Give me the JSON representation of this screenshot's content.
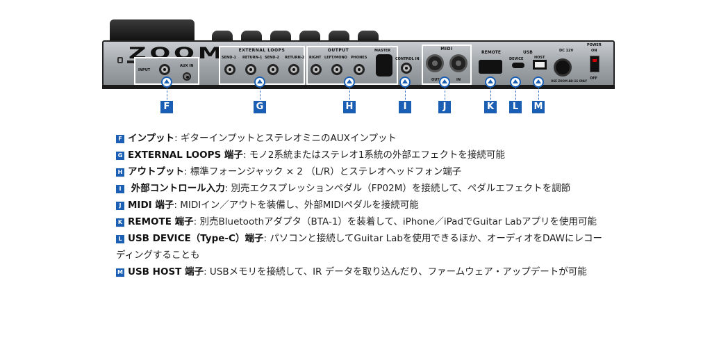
{
  "device": {
    "logo": "ZOOM",
    "panels": {
      "input": {
        "label": "INPUT",
        "aux_label": "AUX IN"
      },
      "external_loops": {
        "title": "EXTERNAL LOOPS",
        "jacks": [
          "SEND-1",
          "RETURN-1",
          "SEND-2",
          "RETURN-2"
        ]
      },
      "output": {
        "title": "OUTPUT",
        "jacks": [
          "RIGHT",
          "LEFT/MONO",
          "PHONES"
        ],
        "master": "MASTER"
      },
      "control_in": {
        "label": "CONTROL IN"
      },
      "midi": {
        "title": "MIDI",
        "jacks": [
          "OUT",
          "IN"
        ]
      },
      "remote": {
        "label": "REMOTE"
      },
      "usb": {
        "title": "USB",
        "device": "DEVICE",
        "host": "HOST"
      },
      "dc": {
        "label": "DC 12V",
        "note": "USE ZOOM AD-16 ONLY"
      },
      "power": {
        "label": "POWER",
        "on": "ON",
        "off": "OFF"
      }
    },
    "callouts": [
      "F",
      "G",
      "H",
      "I",
      "J",
      "K",
      "L",
      "M"
    ]
  },
  "descriptions": [
    {
      "letter": "F",
      "title": "インプット",
      "text": ": ギターインプットとステレオミニのAUXインプット"
    },
    {
      "letter": "G",
      "title": "EXTERNAL LOOPS 端子",
      "text": ": モノ2系統またはステレオ1系統の外部エフェクトを接続可能"
    },
    {
      "letter": "H",
      "title": "アウトプット",
      "text": ": 標準フォーンジャック × 2 （L/R）とステレオヘッドフォン端子"
    },
    {
      "letter": "I",
      "title": " 外部コントロール入力",
      "text": ": 別売エクスプレッションペダル（FP02M）を接続して、ペダルエフェクトを調節"
    },
    {
      "letter": "J",
      "title": "MIDI 端子",
      "text": ": MIDIイン／アウトを装備し、外部MIDIペダルを接続可能"
    },
    {
      "letter": "K",
      "title": "REMOTE 端子",
      "text": ": 別売Bluetoothアダプタ（BTA-1）を装着して、iPhone／iPadでGuitar Labアプリを使用可能"
    },
    {
      "letter": "L",
      "title": "USB DEVICE（Type-C）端子",
      "text": ": パソコンと接続してGuitar Labを使用できるほか、オーディオをDAWにレコーディングすることも"
    },
    {
      "letter": "M",
      "title": "USB HOST 端子",
      "text": ": USBメモリを接続して、IR データを取り込んだり、ファームウェア・アップデートが可能"
    }
  ],
  "colors": {
    "accent": "#1a5fb4",
    "panel_outline": "#ffffff",
    "device_body": "#9ea3a8"
  }
}
